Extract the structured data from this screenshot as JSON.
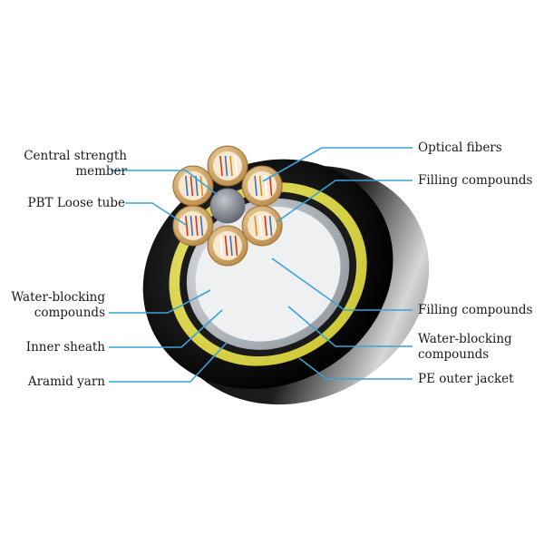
{
  "labels": {
    "central_strength_member": [
      "Central strength",
      "member"
    ],
    "pbt_loose_tube": "PBT Loose tube",
    "water_blocking_left": [
      "Water-blocking",
      "compounds"
    ],
    "inner_sheath": "Inner sheath",
    "aramid_yarn": "Aramid yarn",
    "optical_fibers": "Optical fibers",
    "filling_compounds_top": "Filling compounds",
    "filling_compounds_mid": "Filling compounds",
    "water_blocking_right": [
      "Water-blocking",
      "compounds"
    ],
    "pe_outer_jacket": "PE outer jacket"
  },
  "colors": {
    "leader_line": "#3aa3d6",
    "outer_jacket": "#111111",
    "yellow_layer": "#e8e35a",
    "aluminum": "#c9ccd0",
    "tube": "#d9b47a",
    "central_member": "#8a8d93",
    "fiber_red": "#d2342b",
    "fiber_blue": "#3e6fc0",
    "fiber_orange": "#e08a2a"
  }
}
